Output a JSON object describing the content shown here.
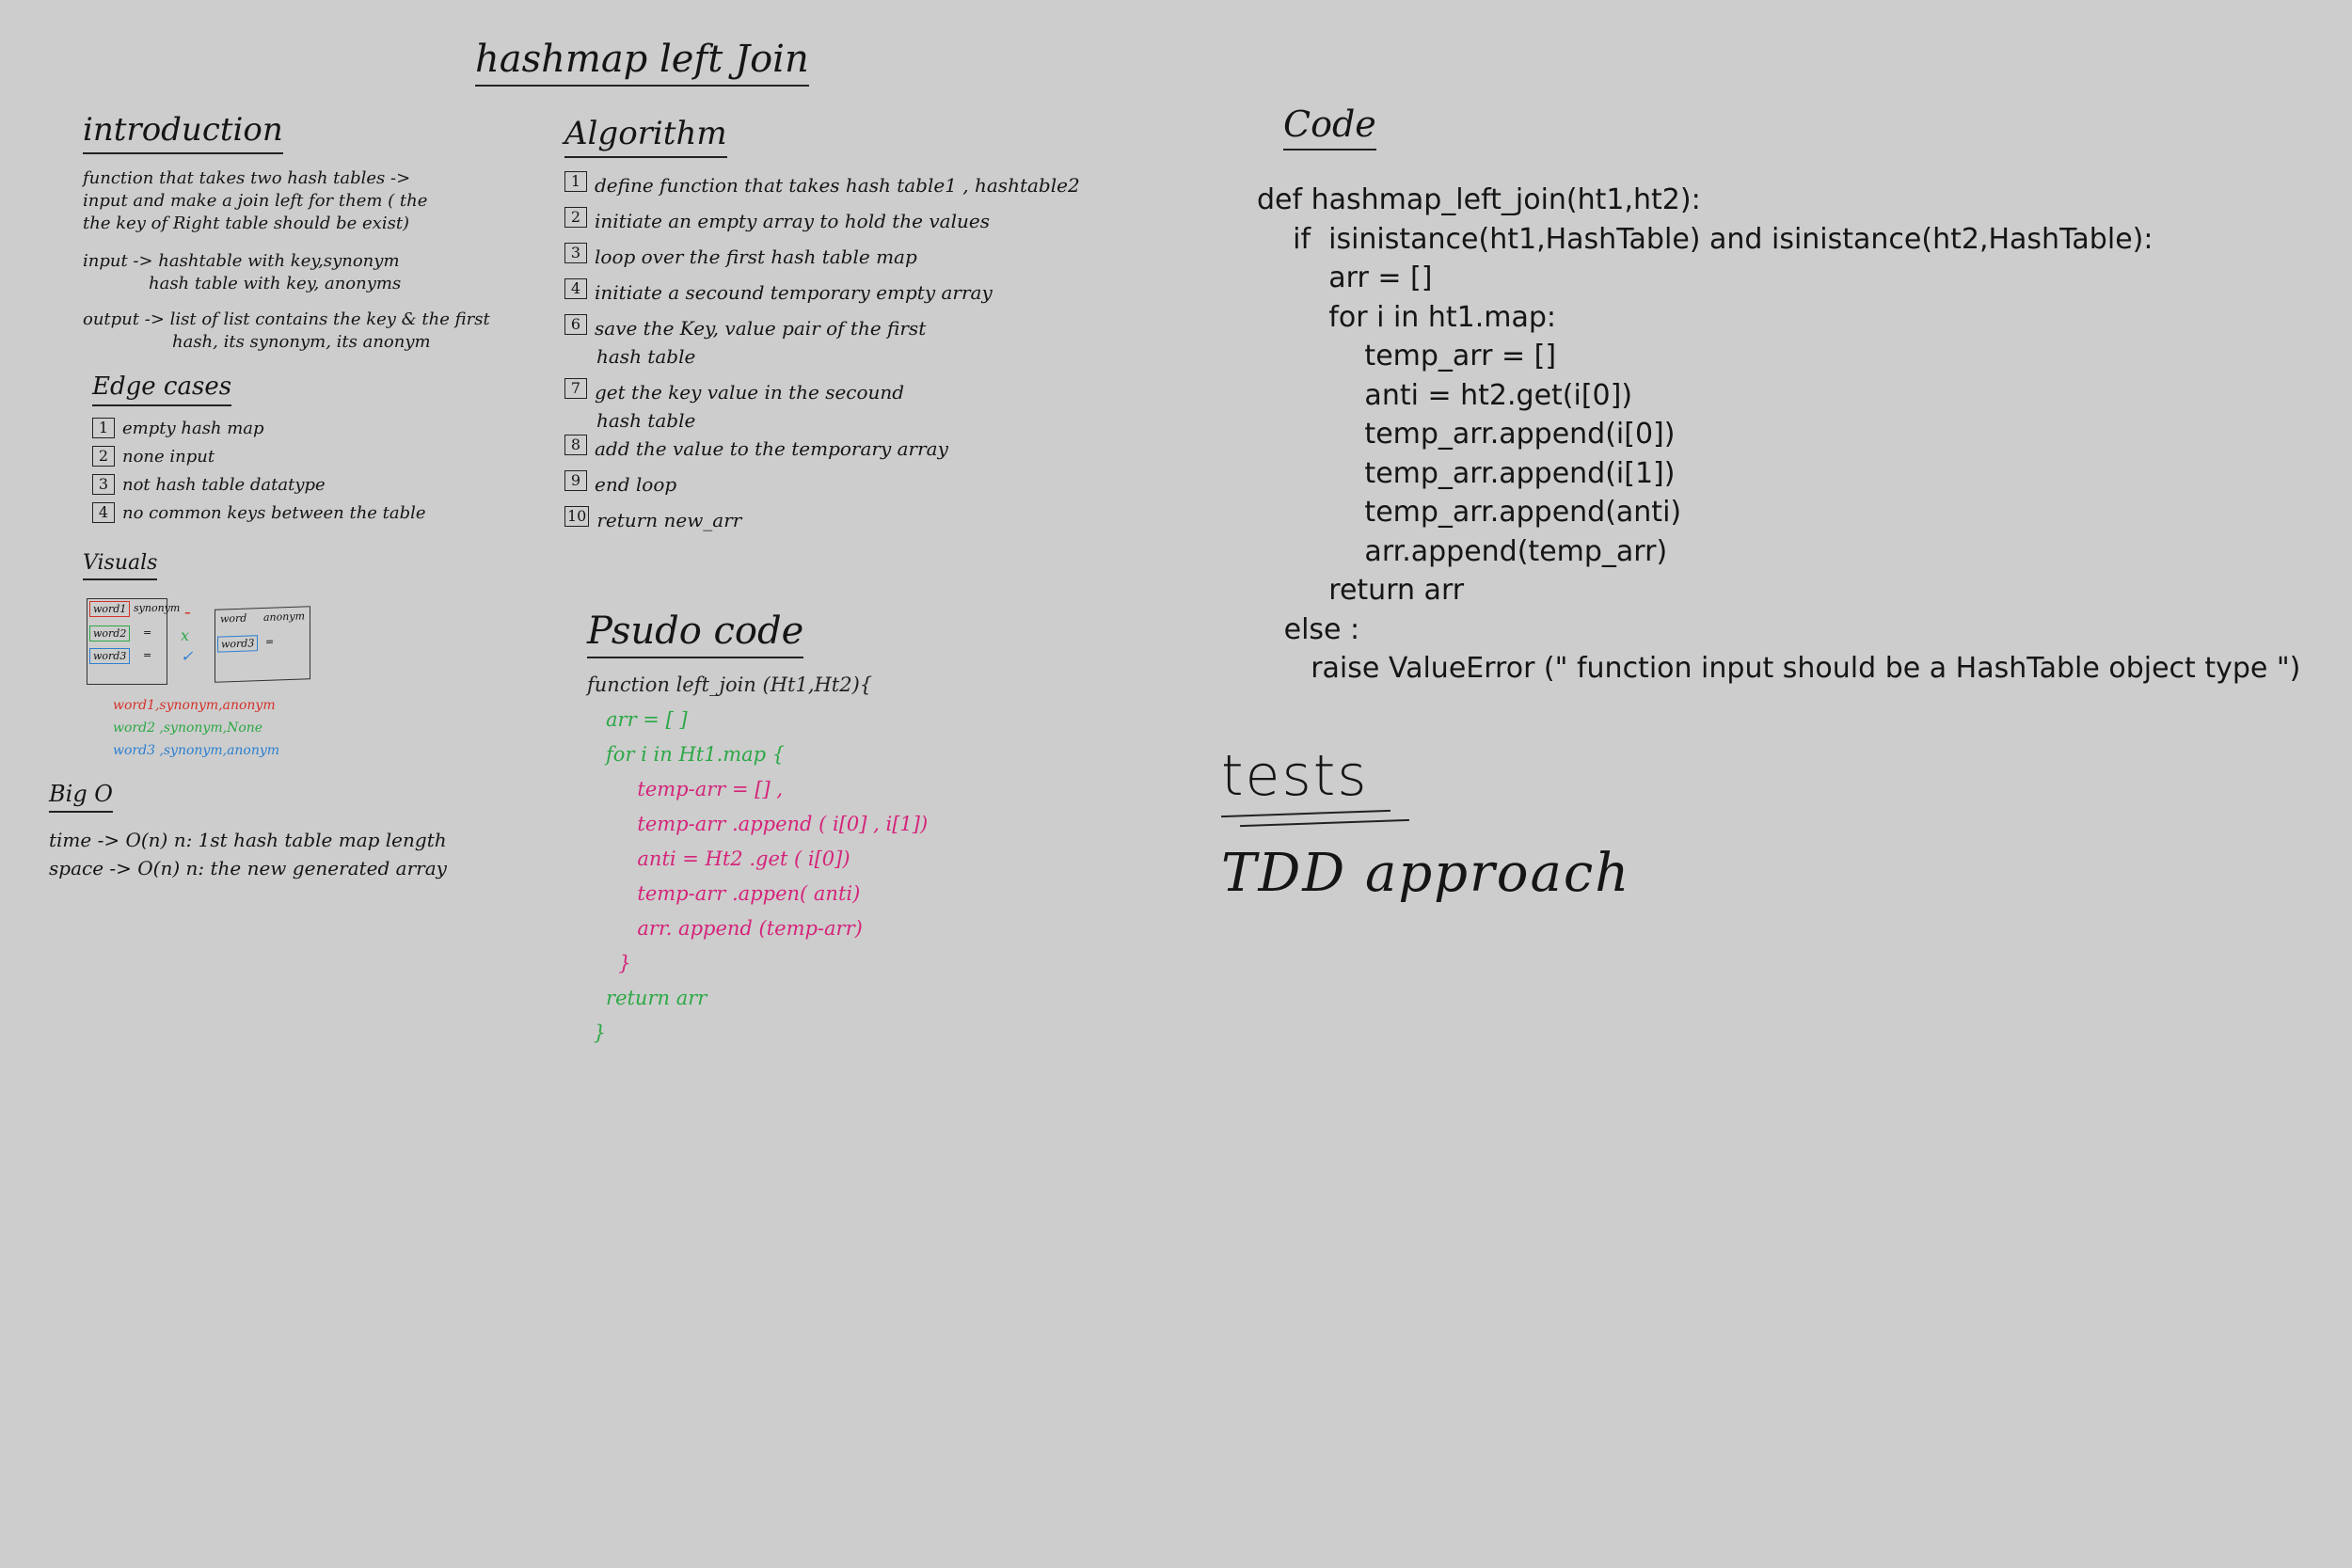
{
  "title": "hashmap left Join",
  "introduction": {
    "heading": "introduction",
    "lines": [
      "function that takes two hash tables ->",
      "input and make a join left for them ( the",
      "the key of Right table should be exist)"
    ],
    "input": [
      "input -> hashtable with key,synonym",
      "hash table with key, anonyms"
    ],
    "output": [
      "output -> list of list contains the key & the first",
      "hash, its synonym, its anonym"
    ]
  },
  "edge_cases": {
    "heading": "Edge cases",
    "items": [
      {
        "num": "1",
        "text": "empty hash map"
      },
      {
        "num": "2",
        "text": "none input"
      },
      {
        "num": "3",
        "text": "not hash table datatype"
      },
      {
        "num": "4",
        "text": "no common keys between the table"
      }
    ]
  },
  "visuals": {
    "heading": "Visuals",
    "left_table": {
      "c1": "word1",
      "c2": "synonym",
      "r2": "word2",
      "r3": "word3",
      "eq1": "=",
      "eq2": "="
    },
    "right_table": {
      "c1": "word",
      "c2": "anonym",
      "r2": "word3",
      "eq": "="
    },
    "marks": {
      "minus": "-",
      "x": "x",
      "check": "✓"
    },
    "results": [
      {
        "text": "word1,synonym,anonym",
        "color": "#d4322a"
      },
      {
        "text": "word2 ,synonym,None",
        "color": "#2ca846"
      },
      {
        "text": "word3 ,synonym,anonym",
        "color": "#2c7fd0"
      }
    ]
  },
  "big_o": {
    "heading": "Big O",
    "lines": [
      "time -> O(n) n: 1st hash table map length",
      "space -> O(n) n: the new generated array"
    ]
  },
  "algorithm": {
    "heading": "Algorithm",
    "steps": [
      {
        "num": "1",
        "text": "define function that takes hash table1 , hashtable2"
      },
      {
        "num": "2",
        "text": "initiate an empty array to hold the values"
      },
      {
        "num": "3",
        "text": "loop over the first hash table map"
      },
      {
        "num": "4",
        "text": "initiate a secound temporary empty array"
      },
      {
        "num": "6",
        "text": "save the Key, value pair of the first"
      },
      {
        "num": "",
        "text": "hash table"
      },
      {
        "num": "7",
        "text": "get the key value in the secound"
      },
      {
        "num": "",
        "text": "hash table"
      },
      {
        "num": "8",
        "text": "add the value to the temporary array"
      },
      {
        "num": "9",
        "text": "end loop"
      },
      {
        "num": "10",
        "text": "return new_arr"
      }
    ]
  },
  "pseudo": {
    "heading": "Psudo code",
    "lines": [
      {
        "text": "function left_join (Ht1,Ht2){",
        "color": "#222222"
      },
      {
        "text": "   arr = [ ]",
        "color": "#2ca846"
      },
      {
        "text": "   for i in Ht1.map {",
        "color": "#2ca846"
      },
      {
        "text": "        temp-arr = [] ,",
        "color": "#d4247a"
      },
      {
        "text": "        temp-arr .append ( i[0] , i[1])",
        "color": "#d4247a"
      },
      {
        "text": "        anti = Ht2 .get ( i[0])",
        "color": "#d4247a"
      },
      {
        "text": "        temp-arr .appen( anti)",
        "color": "#d4247a"
      },
      {
        "text": "        arr. append (temp-arr)",
        "color": "#d4247a"
      },
      {
        "text": "     }",
        "color": "#d4247a"
      },
      {
        "text": "   return arr",
        "color": "#2ca846"
      },
      {
        "text": " }",
        "color": "#2ca846"
      }
    ]
  },
  "code": {
    "heading": "Code",
    "lines": [
      "def hashmap_left_join(ht1,ht2):",
      "    if  isinistance(ht1,HashTable) and isinistance(ht2,HashTable):",
      "        arr = []",
      "        for i in ht1.map:",
      "            temp_arr = []",
      "            anti = ht2.get(i[0])",
      "            temp_arr.append(i[0])",
      "            temp_arr.append(i[1])",
      "            temp_arr.append(anti)",
      "            arr.append(temp_arr)",
      "        return arr",
      "   else :",
      "      raise ValueError (\" function input should be a HashTable object type \")"
    ]
  },
  "tests": {
    "heading": "tests",
    "approach": "TDD approach"
  }
}
